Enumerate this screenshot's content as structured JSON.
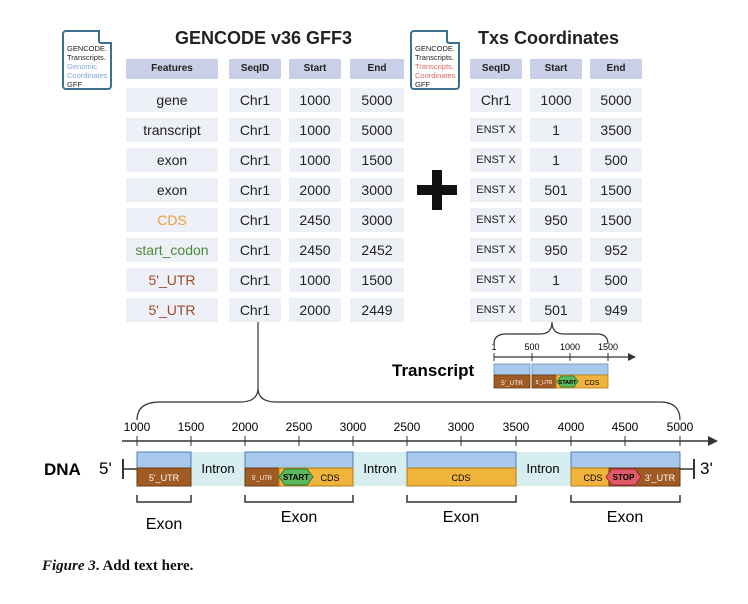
{
  "left_table": {
    "title": "GENCODE v36 GFF3",
    "doc_lines": [
      "GENCODE.",
      "Transcripts.",
      "Genomic.",
      "Coordinates",
      "GFF"
    ],
    "headers": [
      "Features",
      "SeqID",
      "Start",
      "End"
    ],
    "rows": [
      {
        "feature": "gene",
        "seqid": "Chr1",
        "start": "1000",
        "end": "5000"
      },
      {
        "feature": "transcript",
        "seqid": "Chr1",
        "start": "1000",
        "end": "5000"
      },
      {
        "feature": "exon",
        "seqid": "Chr1",
        "start": "1000",
        "end": "1500"
      },
      {
        "feature": "exon",
        "seqid": "Chr1",
        "start": "2000",
        "end": "3000"
      },
      {
        "feature": "CDS",
        "seqid": "Chr1",
        "start": "2450",
        "end": "3000"
      },
      {
        "feature": "start_codon",
        "seqid": "Chr1",
        "start": "2450",
        "end": "2452"
      },
      {
        "feature": "5'_UTR",
        "seqid": "Chr1",
        "start": "1000",
        "end": "1500"
      },
      {
        "feature": "5'_UTR",
        "seqid": "Chr1",
        "start": "2000",
        "end": "2449"
      }
    ],
    "feature_colors": [
      "#222222",
      "#222222",
      "#222222",
      "#222222",
      "#e8a33d",
      "#4a8a3a",
      "#9c4a2a",
      "#9c4a2a"
    ]
  },
  "plus_symbol": "+",
  "right_table": {
    "title": "Txs Coordinates",
    "doc_lines": [
      "GENCODE.",
      "Transcripts.",
      "Transcripts.",
      "Coordinates",
      "GFF"
    ],
    "headers": [
      "SeqID",
      "Start",
      "End"
    ],
    "rows": [
      {
        "seqid": "Chr1",
        "start": "1000",
        "end": "5000"
      },
      {
        "seqid": "ENST X",
        "start": "1",
        "end": "3500"
      },
      {
        "seqid": "ENST X",
        "start": "1",
        "end": "500"
      },
      {
        "seqid": "ENST X",
        "start": "501",
        "end": "1500"
      },
      {
        "seqid": "ENST X",
        "start": "950",
        "end": "1500"
      },
      {
        "seqid": "ENST X",
        "start": "950",
        "end": "952"
      },
      {
        "seqid": "ENST X",
        "start": "1",
        "end": "500"
      },
      {
        "seqid": "ENST X",
        "start": "501",
        "end": "949"
      }
    ]
  },
  "transcript": {
    "label": "Transcript",
    "ticks": [
      "1",
      "500",
      "1000",
      "1500"
    ],
    "utr_label": "5'_UTR",
    "utr2_label": "5'_UTR",
    "start_label": "START",
    "cds_label": "CDS"
  },
  "dna": {
    "label": "DNA",
    "five_prime": "5'",
    "three_prime": "3'",
    "ticks": [
      "1000",
      "1500",
      "2000",
      "2500",
      "3000",
      "2500",
      "3000",
      "3500",
      "4000",
      "4500",
      "5000"
    ],
    "exon_label": "Exon",
    "intron_label": "Intron",
    "utr5_label": "5'_UTR",
    "utr5_small": "5'_UTR",
    "start_label": "START",
    "cds_label": "CDS",
    "stop_label": "STOP",
    "utr3_label": "3'_UTR",
    "colors": {
      "utr": "#a05a24",
      "cds": "#f0b43c",
      "exon_top": "#a9c9ec",
      "intron": "#d6eef0",
      "start": "#5cb85c",
      "stop": "#e05a6a"
    }
  },
  "caption": {
    "figure": "Figure 3",
    "text": ". Add text here."
  }
}
